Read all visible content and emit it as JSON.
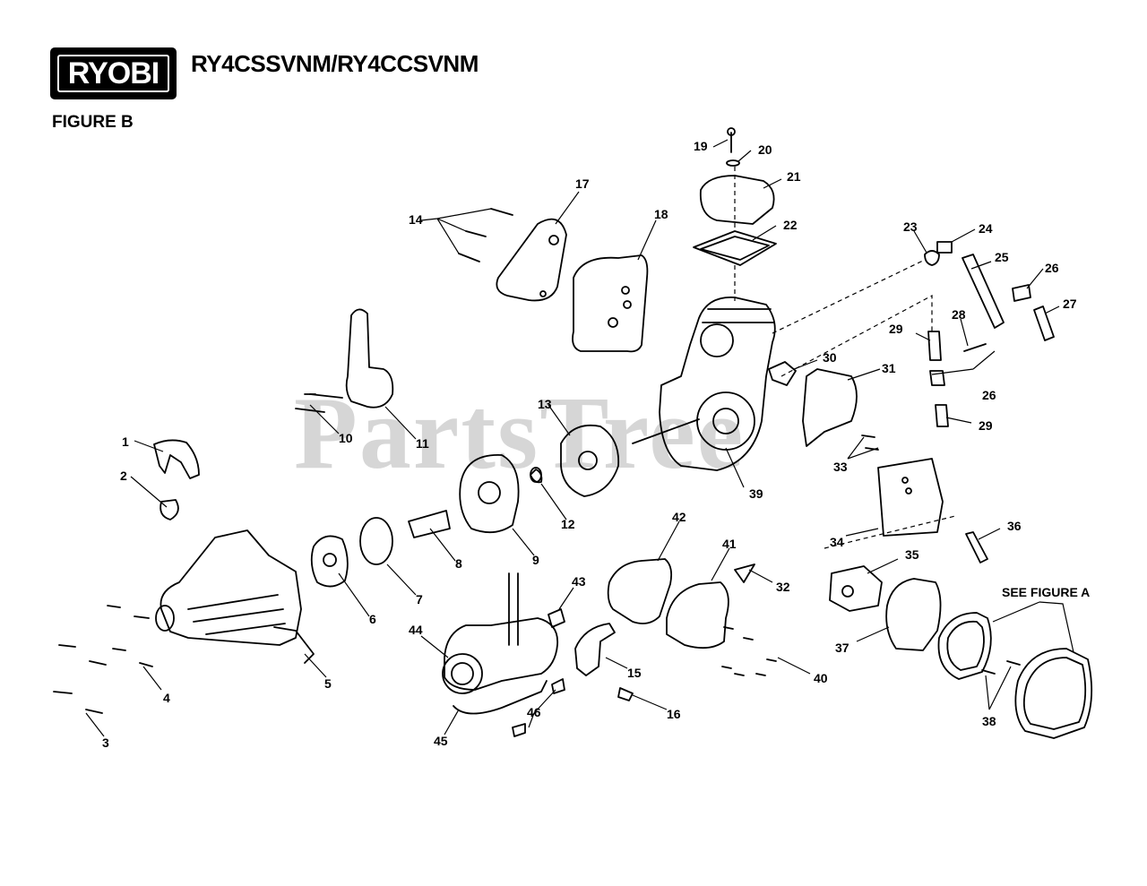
{
  "header": {
    "brand": "RYOBI",
    "model": "RY4CSSVNM/RY4CCSVNM",
    "figure": "FIGURE B"
  },
  "watermark": "PartsTree",
  "see_figure_note": "SEE FIGURE A",
  "callouts": [
    "1",
    "2",
    "3",
    "4",
    "5",
    "6",
    "7",
    "8",
    "9",
    "10",
    "11",
    "12",
    "13",
    "14",
    "15",
    "16",
    "17",
    "18",
    "19",
    "20",
    "21",
    "22",
    "23",
    "24",
    "25",
    "26",
    "27",
    "28",
    "29",
    "30",
    "31",
    "32",
    "33",
    "34",
    "35",
    "36",
    "37",
    "38",
    "39",
    "40",
    "41",
    "42",
    "43",
    "44",
    "45",
    "46"
  ],
  "colors": {
    "ink": "#000000",
    "watermark": "#cfcfcf",
    "background": "#ffffff"
  }
}
